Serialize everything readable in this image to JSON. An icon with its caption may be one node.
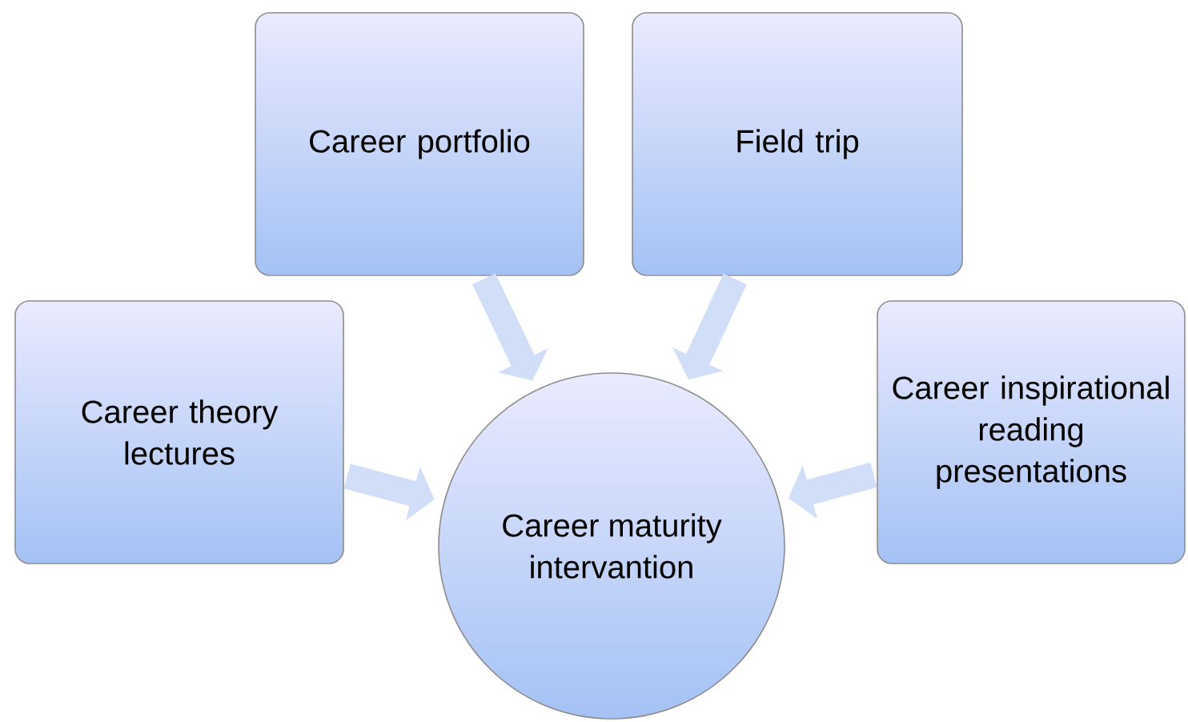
{
  "diagram": {
    "nodes": [
      {
        "text": [
          "Career portfolio"
        ]
      },
      {
        "text": [
          "Field trip"
        ]
      },
      {
        "text": [
          "Career theory lectures"
        ]
      },
      {
        "text": [
          "Career maturity intervantion"
        ]
      },
      {
        "text": [
          "Career inspirational reading presentations"
        ]
      }
    ],
    "edges": [
      {
        "from": 0,
        "to": 3,
        "arrow": "to"
      },
      {
        "from": 1,
        "to": 3,
        "arrow": "to"
      },
      {
        "from": 2,
        "to": 3,
        "arrow": "to"
      },
      {
        "from": 4,
        "to": 3,
        "arrow": "to"
      }
    ]
  }
}
